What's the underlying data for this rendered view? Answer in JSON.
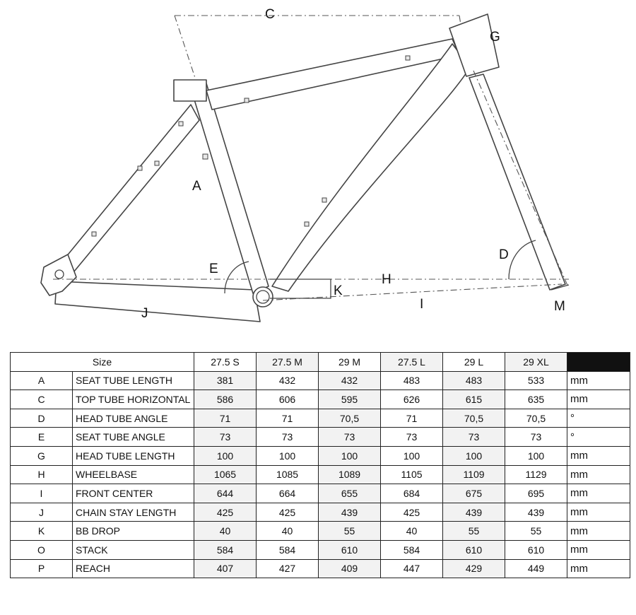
{
  "diagram": {
    "labels": {
      "A": "A",
      "C": "C",
      "D": "D",
      "E": "E",
      "G": "G",
      "H": "H",
      "I": "I",
      "J": "J",
      "K": "K",
      "M": "M"
    }
  },
  "table": {
    "size_label": "Size",
    "sizes": [
      "27.5 S",
      "27.5 M",
      "29 M",
      "27.5 L",
      "29 L",
      "29 XL"
    ],
    "rows": [
      {
        "code": "A",
        "name": "SEAT TUBE LENGTH",
        "values": [
          "381",
          "432",
          "432",
          "483",
          "483",
          "533"
        ],
        "unit": "mm"
      },
      {
        "code": "C",
        "name": "TOP TUBE HORIZONTAL",
        "values": [
          "586",
          "606",
          "595",
          "626",
          "615",
          "635"
        ],
        "unit": "mm"
      },
      {
        "code": "D",
        "name": "HEAD TUBE ANGLE",
        "values": [
          "71",
          "71",
          "70,5",
          "71",
          "70,5",
          "70,5"
        ],
        "unit": "°"
      },
      {
        "code": "E",
        "name": "SEAT TUBE ANGLE",
        "values": [
          "73",
          "73",
          "73",
          "73",
          "73",
          "73"
        ],
        "unit": "°"
      },
      {
        "code": "G",
        "name": "HEAD TUBE LENGTH",
        "values": [
          "100",
          "100",
          "100",
          "100",
          "100",
          "100"
        ],
        "unit": "mm"
      },
      {
        "code": "H",
        "name": "WHEELBASE",
        "values": [
          "1065",
          "1085",
          "1089",
          "1105",
          "1109",
          "1129"
        ],
        "unit": "mm"
      },
      {
        "code": "I",
        "name": "FRONT CENTER",
        "values": [
          "644",
          "664",
          "655",
          "684",
          "675",
          "695"
        ],
        "unit": "mm"
      },
      {
        "code": "J",
        "name": "CHAIN STAY LENGTH",
        "values": [
          "425",
          "425",
          "439",
          "425",
          "439",
          "439"
        ],
        "unit": "mm"
      },
      {
        "code": "K",
        "name": "BB DROP",
        "values": [
          "40",
          "40",
          "55",
          "40",
          "55",
          "55"
        ],
        "unit": "mm"
      },
      {
        "code": "O",
        "name": "STACK",
        "values": [
          "584",
          "584",
          "610",
          "584",
          "610",
          "610"
        ],
        "unit": "mm"
      },
      {
        "code": "P",
        "name": "REACH",
        "values": [
          "407",
          "427",
          "409",
          "447",
          "429",
          "449"
        ],
        "unit": "mm"
      }
    ]
  }
}
